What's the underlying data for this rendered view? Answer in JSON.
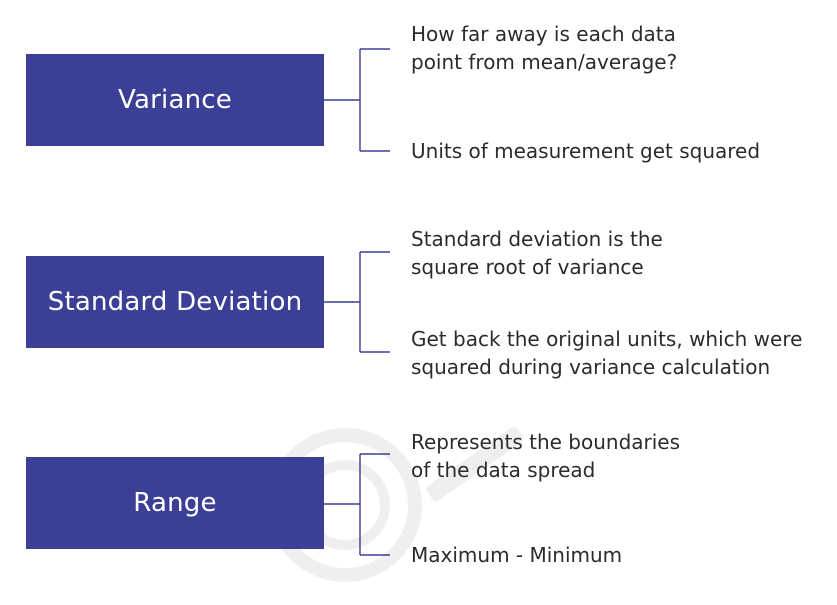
{
  "colors": {
    "box_fill": "#3b3f95",
    "line": "#3b3f95",
    "text": "#2b2b2b"
  },
  "groups": [
    {
      "label": "Variance",
      "items": [
        "How far away is each data\npoint from mean/average?",
        "Units of measurement get squared"
      ]
    },
    {
      "label": "Standard Deviation",
      "items": [
        "Standard deviation is the\nsquare root of variance",
        "Get back the original units, which were\nsquared during variance calculation"
      ]
    },
    {
      "label": "Range",
      "items": [
        "Represents the boundaries\nof the data spread",
        "Maximum - Minimum"
      ]
    }
  ]
}
